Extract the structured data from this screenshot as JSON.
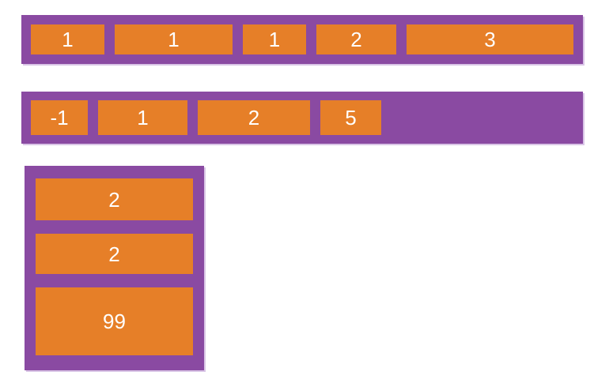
{
  "colors": {
    "container_purple": "#8a4aa2",
    "item_orange": "#e67f28",
    "label_white": "#ffffff",
    "container_shadow_lavender": "#d9c5e6",
    "page_background": "#ffffff"
  },
  "flex_demo": {
    "row_1": {
      "direction": "row",
      "items": [
        "1",
        "1",
        "1",
        "2",
        "3"
      ]
    },
    "row_2": {
      "direction": "row",
      "items": [
        "-1",
        "1",
        "2",
        "5"
      ]
    },
    "column_1": {
      "direction": "column",
      "items": [
        "2",
        "2",
        "99"
      ]
    }
  }
}
